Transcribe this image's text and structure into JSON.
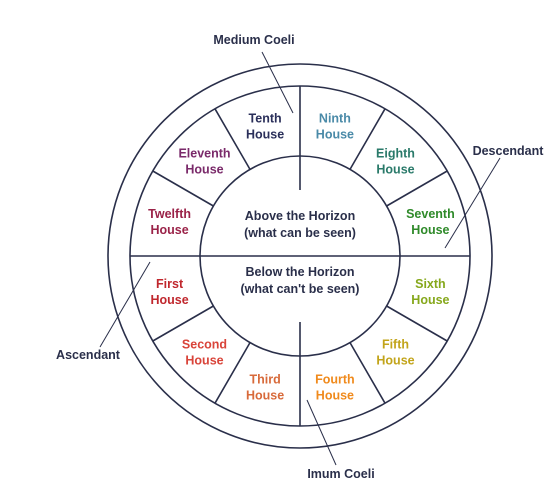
{
  "houses": [
    {
      "line1": "First",
      "line2": "House",
      "color": "#c0272d"
    },
    {
      "line1": "Second",
      "line2": "House",
      "color": "#d9443a"
    },
    {
      "line1": "Third",
      "line2": "House",
      "color": "#d86a3a"
    },
    {
      "line1": "Fourth",
      "line2": "House",
      "color": "#f08a1c"
    },
    {
      "line1": "Fifth",
      "line2": "House",
      "color": "#c2a41a"
    },
    {
      "line1": "Sixth",
      "line2": "House",
      "color": "#86a81c"
    },
    {
      "line1": "Seventh",
      "line2": "House",
      "color": "#2f8a2a"
    },
    {
      "line1": "Eighth",
      "line2": "House",
      "color": "#2a7a6a"
    },
    {
      "line1": "Ninth",
      "line2": "House",
      "color": "#4a8aa8"
    },
    {
      "line1": "Tenth",
      "line2": "House",
      "color": "#2a2f5a"
    },
    {
      "line1": "Eleventh",
      "line2": "House",
      "color": "#7a2a6a"
    },
    {
      "line1": "Twelfth",
      "line2": "House",
      "color": "#9a2248"
    }
  ],
  "center": {
    "above_line1": "Above the Horizon",
    "above_line2": "(what can be seen)",
    "below_line1": "Below the Horizon",
    "below_line2": "(what can't be seen)"
  },
  "axes": {
    "medium_coeli": "Medium Coeli",
    "imum_coeli": "Imum Coeli",
    "ascendant": "Ascendant",
    "descendant": "Descendant"
  },
  "colors": {
    "stroke": "#2a2f4a",
    "text": "#2a2f4a"
  }
}
